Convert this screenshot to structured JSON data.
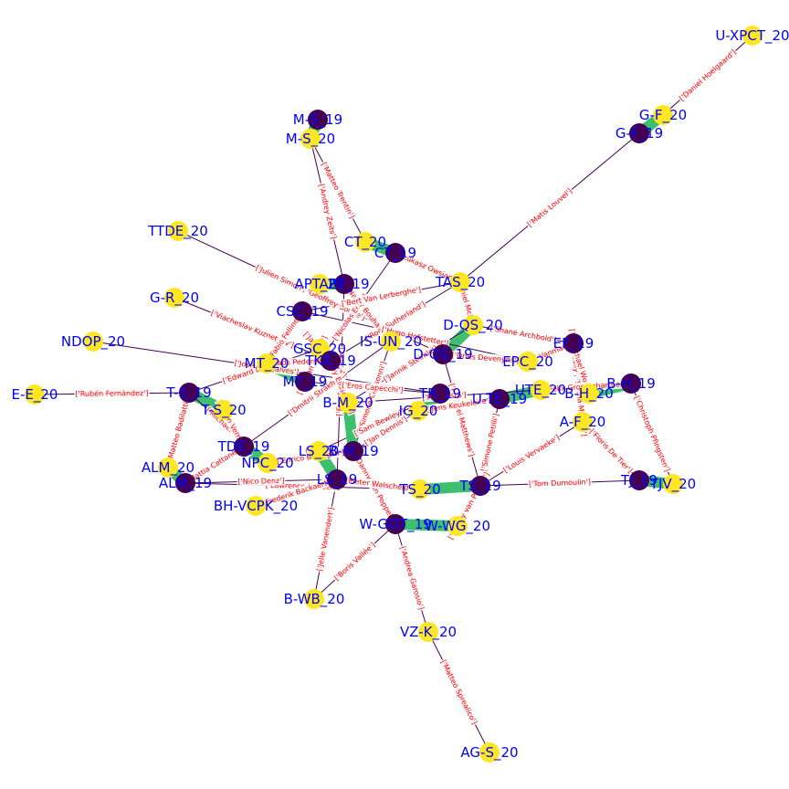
{
  "colors": {
    "background": "#ffffff",
    "node_2019": "#440154",
    "node_2020": "#fde725",
    "edge_thin": "#440154",
    "edge_thick": "#3dbf6e",
    "node_label": "#0000ff",
    "edge_label": "#ff0000"
  },
  "nodes": [
    {
      "id": "U-XPCT_20",
      "label": "U-XPCT_20",
      "group": "2020"
    },
    {
      "id": "G-F_20",
      "label": "G-F_20",
      "group": "2020"
    },
    {
      "id": "G-F_19",
      "label": "G-F_19",
      "group": "2019"
    },
    {
      "id": "M-S_19",
      "label": "M-S_19",
      "group": "2019"
    },
    {
      "id": "M-S_20",
      "label": "M-S_20",
      "group": "2020"
    },
    {
      "id": "TTDE_20",
      "label": "TTDE_20",
      "group": "2020"
    },
    {
      "id": "CT_20",
      "label": "CT_20",
      "group": "2020"
    },
    {
      "id": "CT_19",
      "label": "CT_19",
      "group": "2019"
    },
    {
      "id": "G-R_20",
      "label": "G-R_20",
      "group": "2020"
    },
    {
      "id": "APT_20",
      "label": "APT_20",
      "group": "2020"
    },
    {
      "id": "APT_19",
      "label": "APT_19",
      "group": "2019"
    },
    {
      "id": "TAS_20",
      "label": "TAS_20",
      "group": "2020"
    },
    {
      "id": "CSC_19",
      "label": "CSC_19",
      "group": "2019"
    },
    {
      "id": "D-QS_20",
      "label": "D-QS_20",
      "group": "2020"
    },
    {
      "id": "NDOP_20",
      "label": "NDOP_20",
      "group": "2020"
    },
    {
      "id": "IS-UN_20",
      "label": "IS-UN_20",
      "group": "2020"
    },
    {
      "id": "EF_19",
      "label": "EF_19",
      "group": "2019"
    },
    {
      "id": "GSC_20",
      "label": "GSC_20",
      "group": "2020"
    },
    {
      "id": "D-QS_19",
      "label": "D-QS_19",
      "group": "2019"
    },
    {
      "id": "EPC_20",
      "label": "EPC_20",
      "group": "2020"
    },
    {
      "id": "MT_20",
      "label": "MT_20",
      "group": "2020"
    },
    {
      "id": "TKA_19",
      "label": "TKA_19",
      "group": "2019"
    },
    {
      "id": "MT_19",
      "label": "MT_19",
      "group": "2019"
    },
    {
      "id": "B-H_19",
      "label": "B-H_19",
      "group": "2019"
    },
    {
      "id": "UTE_20",
      "label": "UTE_20",
      "group": "2020"
    },
    {
      "id": "B-H_20",
      "label": "B-H_20",
      "group": "2020"
    },
    {
      "id": "E-E_20",
      "label": "E-E_20",
      "group": "2020"
    },
    {
      "id": "T-S_19",
      "label": "T-S_19",
      "group": "2019"
    },
    {
      "id": "TR_19",
      "label": "TR_19",
      "group": "2019"
    },
    {
      "id": "U-TE_19",
      "label": "U-TE_19",
      "group": "2019"
    },
    {
      "id": "T-S_20",
      "label": "T-S_20",
      "group": "2020"
    },
    {
      "id": "B-M_20",
      "label": "B-M_20",
      "group": "2020"
    },
    {
      "id": "IG_20",
      "label": "IG_20",
      "group": "2020"
    },
    {
      "id": "A-F_20",
      "label": "A-F_20",
      "group": "2020"
    },
    {
      "id": "TDE_19",
      "label": "TDE_19",
      "group": "2019"
    },
    {
      "id": "LS_20",
      "label": "LS_20",
      "group": "2020"
    },
    {
      "id": "B-M_19",
      "label": "B-M_19",
      "group": "2019"
    },
    {
      "id": "NPC_20",
      "label": "NPC_20",
      "group": "2020"
    },
    {
      "id": "ALM_20",
      "label": "ALM_20",
      "group": "2020"
    },
    {
      "id": "ALM_19",
      "label": "ALM_19",
      "group": "2019"
    },
    {
      "id": "LS_19",
      "label": "LS_19",
      "group": "2019"
    },
    {
      "id": "TS_20",
      "label": "TS_20",
      "group": "2020"
    },
    {
      "id": "TS_19",
      "label": "TS_19",
      "group": "2019"
    },
    {
      "id": "TJ_19",
      "label": "TJ_19",
      "group": "2019"
    },
    {
      "id": "TJV_20",
      "label": "TJV_20",
      "group": "2020"
    },
    {
      "id": "BH-VCPK_20",
      "label": "BH-VCPK_20",
      "group": "2020"
    },
    {
      "id": "W-GOT_19",
      "label": "W-GOT_19",
      "group": "2019"
    },
    {
      "id": "W-WG_20",
      "label": "W-WG_20",
      "group": "2020"
    },
    {
      "id": "B-WB_20",
      "label": "B-WB_20",
      "group": "2020"
    },
    {
      "id": "VZ-K_20",
      "label": "VZ-K_20",
      "group": "2020"
    },
    {
      "id": "AG-S_20",
      "label": "AG-S_20",
      "group": "2020"
    }
  ],
  "edges": [
    {
      "source": "U-XPCT_20",
      "target": "G-F_20",
      "weight": 1,
      "label": "['Daniel Hoelgaard']"
    },
    {
      "source": "G-F_20",
      "target": "G-F_19",
      "weight": 6,
      "label": ""
    },
    {
      "source": "G-F_19",
      "target": "TAS_20",
      "weight": 1,
      "label": "['Matis Louvel']"
    },
    {
      "source": "M-S_19",
      "target": "M-S_20",
      "weight": 6,
      "label": ""
    },
    {
      "source": "M-S_20",
      "target": "CT_20",
      "weight": 1,
      "label": "['Matteo Trentin']"
    },
    {
      "source": "M-S_20",
      "target": "APT_19",
      "weight": 1,
      "label": "['Andrey Zeits']"
    },
    {
      "source": "TTDE_20",
      "target": "D-QS_19",
      "weight": 1,
      "label": "['Julien Simon', 'Geoffrey Soupe']"
    },
    {
      "source": "CT_20",
      "target": "CT_19",
      "weight": 6,
      "label": ""
    },
    {
      "source": "CT_19",
      "target": "TAS_20",
      "weight": 1,
      "label": "['Lukasz Owsian']"
    },
    {
      "source": "CT_19",
      "target": "MT_19",
      "weight": 1,
      "label": "['Nicolas Edet']"
    },
    {
      "source": "G-R_20",
      "target": "TKA_19",
      "weight": 1,
      "label": "['Viacheslav Kuznetsov']"
    },
    {
      "source": "APT_20",
      "target": "APT_19",
      "weight": 6,
      "label": ""
    },
    {
      "source": "APT_19",
      "target": "IS-UN_20",
      "weight": 1,
      "label": "['Nacer Bouhanni']"
    },
    {
      "source": "APT_19",
      "target": "LS_19",
      "weight": 1,
      "label": "['Fausto Masnada']"
    },
    {
      "source": "TAS_20",
      "target": "D-QS_20",
      "weight": 1,
      "label": "['Daniel McLay']"
    },
    {
      "source": "TAS_20",
      "target": "CSC_19",
      "weight": 1,
      "label": "['Bert Van Lerberghe']"
    },
    {
      "source": "TAS_20",
      "target": "TKA_19",
      "weight": 1,
      "label": "['Rory Sutherland']"
    },
    {
      "source": "D-QS_20",
      "target": "D-QS_19",
      "weight": 6,
      "label": ""
    },
    {
      "source": "D-QS_20",
      "target": "EF_19",
      "weight": 1,
      "label": "['Shane Archbold']"
    },
    {
      "source": "D-QS_20",
      "target": "B-M_20",
      "weight": 1,
      "label": "['Jannik Steimle']"
    },
    {
      "source": "NDOP_20",
      "target": "TR_19",
      "weight": 1,
      "label": "['José Gonçalves']"
    },
    {
      "source": "CSC_19",
      "target": "MT_20",
      "weight": 1,
      "label": "['Fabio Felline']"
    },
    {
      "source": "CSC_19",
      "target": "EPC_20",
      "weight": 1,
      "label": "['Hugo Hofstetter']"
    },
    {
      "source": "IS-UN_20",
      "target": "B-M_19",
      "weight": 1,
      "label": "['Simone Consonni']"
    },
    {
      "source": "IS-UN_20",
      "target": "TDE_19",
      "weight": 1,
      "label": "['Dmitrii Strakhov']"
    },
    {
      "source": "EF_19",
      "target": "A-F_20",
      "weight": 1,
      "label": "['Tom Scully', 'Sacha Modolo']"
    },
    {
      "source": "EF_19",
      "target": "EPC_20",
      "weight": 1,
      "label": "['Sep Vanmarcke']"
    },
    {
      "source": "EF_19",
      "target": "B-H_20",
      "weight": 1,
      "label": "['Michael Woods']"
    },
    {
      "source": "GSC_20",
      "target": "TKA_19",
      "weight": 1,
      "label": "['Jacopo Mosca']"
    },
    {
      "source": "GSC_20",
      "target": "MT_19",
      "weight": 1,
      "label": "['Jos van Emden']"
    },
    {
      "source": "GSC_20",
      "target": "T-S_19",
      "weight": 1,
      "label": "['Edward Dunbar']"
    },
    {
      "source": "D-QS_19",
      "target": "TS_19",
      "weight": 1,
      "label": "['Michael Matthews']"
    },
    {
      "source": "D-QS_19",
      "target": "EPC_20",
      "weight": 1,
      "label": "['Dries Devenyns']"
    },
    {
      "source": "MT_20",
      "target": "MT_19",
      "weight": 6,
      "label": ""
    },
    {
      "source": "TKA_19",
      "target": "B-M_20",
      "weight": 1,
      "label": "['Kenny Elissonde']"
    },
    {
      "source": "TKA_19",
      "target": "MT_20",
      "weight": 1,
      "label": "['Mads Pedersen']"
    },
    {
      "source": "MT_19",
      "target": "TR_19",
      "weight": 1,
      "label": "['Eros Capecchi']"
    },
    {
      "source": "B-H_19",
      "target": "B-H_20",
      "weight": 6,
      "label": ""
    },
    {
      "source": "B-H_19",
      "target": "TJV_20",
      "weight": 1,
      "label": "['Christoph Pfingsten']"
    },
    {
      "source": "B-H_19",
      "target": "UTE_20",
      "weight": 1,
      "label": "['Felix Grossschartner']"
    },
    {
      "source": "UTE_20",
      "target": "U-TE_19",
      "weight": 6,
      "label": ""
    },
    {
      "source": "UTE_20",
      "target": "B-M_20",
      "weight": 1,
      "label": "['Rui Costa']"
    },
    {
      "source": "E-E_20",
      "target": "T-S_19",
      "weight": 1,
      "label": "['Rubén Fernández']"
    },
    {
      "source": "T-S_19",
      "target": "T-S_20",
      "weight": 6,
      "label": ""
    },
    {
      "source": "T-S_19",
      "target": "NPC_20",
      "weight": 1,
      "label": "['Michael Gogl']"
    },
    {
      "source": "T-S_19",
      "target": "ALM_20",
      "weight": 1,
      "label": "['Matteo Badilatti']"
    },
    {
      "source": "TR_19",
      "target": "IG_20",
      "weight": 6,
      "label": ""
    },
    {
      "source": "TR_19",
      "target": "LS_20",
      "weight": 1,
      "label": "['Sam Bewley']"
    },
    {
      "source": "U-TE_19",
      "target": "TS_19",
      "weight": 1,
      "label": "['Simone Petilli']"
    },
    {
      "source": "U-TE_19",
      "target": "IG_20",
      "weight": 1,
      "label": "['Jens Keukeleire']"
    },
    {
      "source": "T-S_20",
      "target": "TDE_19",
      "weight": 1,
      "label": "['Julien Vermote']"
    },
    {
      "source": "B-M_20",
      "target": "B-M_19",
      "weight": 6,
      "label": ""
    },
    {
      "source": "IG_20",
      "target": "B-M_19",
      "weight": 1,
      "label": "['Jan Dennis']"
    },
    {
      "source": "A-F_20",
      "target": "TS_19",
      "weight": 1,
      "label": "['Louis Vervaeke']"
    },
    {
      "source": "A-F_20",
      "target": "TJ_19",
      "weight": 1,
      "label": "['Floris De Tier']"
    },
    {
      "source": "TDE_19",
      "target": "NPC_20",
      "weight": 6,
      "label": ""
    },
    {
      "source": "TDE_19",
      "target": "ALM_19",
      "weight": 1,
      "label": "['Mattia Cattaneo']"
    },
    {
      "source": "LS_20",
      "target": "LS_19",
      "weight": 6,
      "label": ""
    },
    {
      "source": "LS_20",
      "target": "B-M_19",
      "weight": 1,
      "label": "['Antonio Nibali']"
    },
    {
      "source": "B-M_19",
      "target": "NPC_20",
      "weight": 1,
      "label": "['Enrico Battaglin']"
    },
    {
      "source": "B-M_19",
      "target": "W-GOT_19",
      "weight": 1,
      "label": "['Danny Van Poppel']"
    },
    {
      "source": "ALM_20",
      "target": "ALM_19",
      "weight": 6,
      "label": ""
    },
    {
      "source": "ALM_19",
      "target": "TS_20",
      "weight": 1,
      "label": "['Lawrence Naesen']"
    },
    {
      "source": "ALM_19",
      "target": "LS_19",
      "weight": 1,
      "label": "['Nico Denz']"
    },
    {
      "source": "LS_19",
      "target": "TS_20",
      "weight": 1,
      "label": "['Pieter Walscheid']"
    },
    {
      "source": "LS_19",
      "target": "BH-VCPK_20",
      "weight": 1,
      "label": "['Frederik Backaert']"
    },
    {
      "source": "LS_19",
      "target": "B-WB_20",
      "weight": 1,
      "label": "['Jelle Vanendert']"
    },
    {
      "source": "TS_20",
      "target": "TS_19",
      "weight": 6,
      "label": ""
    },
    {
      "source": "TS_19",
      "target": "TJ_19",
      "weight": 1,
      "label": "['Tom Dumoulin']"
    },
    {
      "source": "TS_19",
      "target": "W-WG_20",
      "weight": 1,
      "label": "['Danny van Poppel']"
    },
    {
      "source": "TJ_19",
      "target": "TJV_20",
      "weight": 6,
      "label": ""
    },
    {
      "source": "W-GOT_19",
      "target": "W-WG_20",
      "weight": 6,
      "label": ""
    },
    {
      "source": "W-GOT_19",
      "target": "B-WB_20",
      "weight": 1,
      "label": "['Boris Vallée']"
    },
    {
      "source": "W-GOT_19",
      "target": "VZ-K_20",
      "weight": 1,
      "label": "['Andrea Garosio']"
    },
    {
      "source": "VZ-K_20",
      "target": "AG-S_20",
      "weight": 1,
      "label": "['Matteo Sprealico']"
    }
  ]
}
